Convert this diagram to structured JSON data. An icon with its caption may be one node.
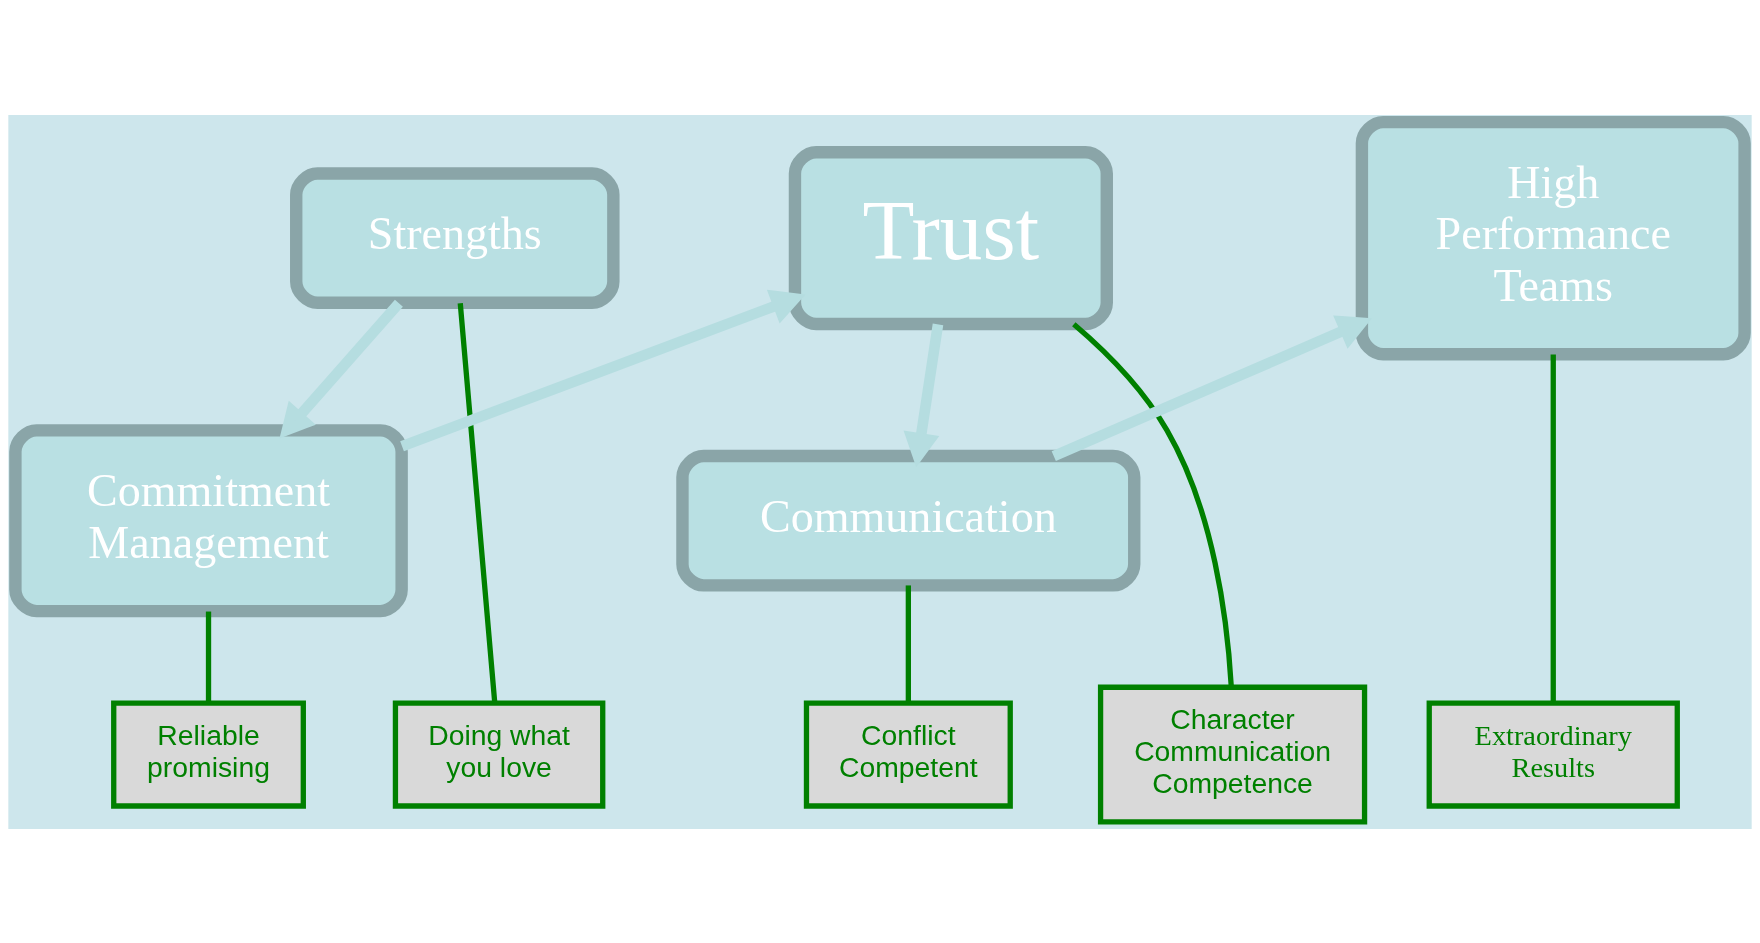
{
  "diagram": {
    "nodes": [
      {
        "text": [
          "Strengths"
        ]
      },
      {
        "text": [
          "Commitment Management"
        ]
      },
      {
        "text": [
          "Trust"
        ]
      },
      {
        "text": [
          "Communication"
        ]
      },
      {
        "text": [
          "High Performance Teams"
        ]
      },
      {
        "text": [
          "Doing what you love"
        ]
      },
      {
        "text": [
          "Reliable promising"
        ]
      },
      {
        "text": [
          "Character Communication Competence"
        ]
      },
      {
        "text": [
          "Conflict Competent"
        ]
      },
      {
        "text": [
          "Extraordinary Results"
        ]
      }
    ],
    "edges": [
      {
        "from": 0,
        "to": 1,
        "arrow": "to",
        "style": "thick",
        "color": "#b5dde0"
      },
      {
        "from": 1,
        "to": 2,
        "arrow": "to",
        "style": "thick",
        "color": "#b5dde0"
      },
      {
        "from": 2,
        "to": 3,
        "arrow": "to",
        "style": "thick",
        "color": "#b5dde0"
      },
      {
        "from": 3,
        "to": 4,
        "arrow": "to",
        "style": "thick",
        "color": "#b5dde0"
      },
      {
        "from": 0,
        "to": 5,
        "arrow": "none"
      },
      {
        "from": 1,
        "to": 6,
        "arrow": "none"
      },
      {
        "from": 2,
        "to": 7,
        "arrow": "none"
      },
      {
        "from": 3,
        "to": 8,
        "arrow": "none"
      },
      {
        "from": 4,
        "to": 9,
        "arrow": "none"
      }
    ]
  }
}
